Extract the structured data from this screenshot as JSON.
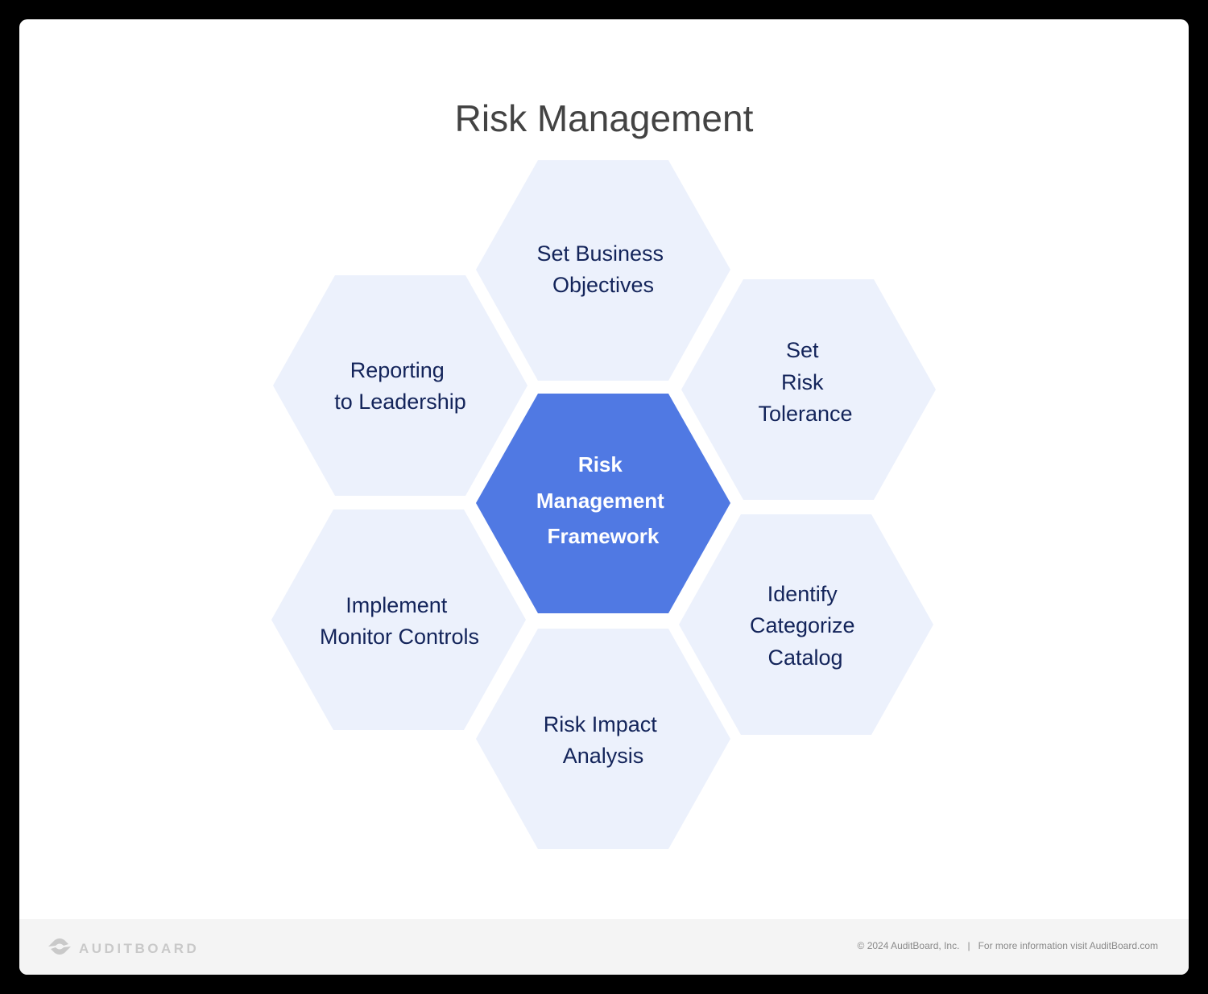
{
  "title": "Risk Management",
  "colors": {
    "outer_hex_fill": "#ecf1fc",
    "center_hex_fill": "#5079e3",
    "outer_text": "#13245a",
    "center_text": "#ffffff",
    "title_text": "#434343",
    "footer_bg": "#f4f4f4",
    "footer_text": "#8a8a8a",
    "logo_color": "#c9c9c9"
  },
  "hexagons": {
    "center": {
      "lines": [
        "Risk",
        "Management",
        "Framework"
      ]
    },
    "top": {
      "lines": [
        "Set Business",
        "Objectives"
      ]
    },
    "top_right": {
      "lines": [
        "Set",
        "Risk",
        "Tolerance"
      ]
    },
    "bottom_right": {
      "lines": [
        "Identify",
        "Categorize",
        "Catalog"
      ]
    },
    "bottom": {
      "lines": [
        "Risk Impact",
        "Analysis"
      ]
    },
    "bottom_left": {
      "lines": [
        "Implement",
        "Monitor Controls"
      ]
    },
    "top_left": {
      "lines": [
        "Reporting",
        "to Leadership"
      ]
    }
  },
  "footer": {
    "logo_text": "AUDITBOARD",
    "logo_icon": "auditboard-logo-icon",
    "copyright": "© 2024  AuditBoard, Inc.",
    "separator": "|",
    "info": "For more information visit AuditBoard.com"
  }
}
